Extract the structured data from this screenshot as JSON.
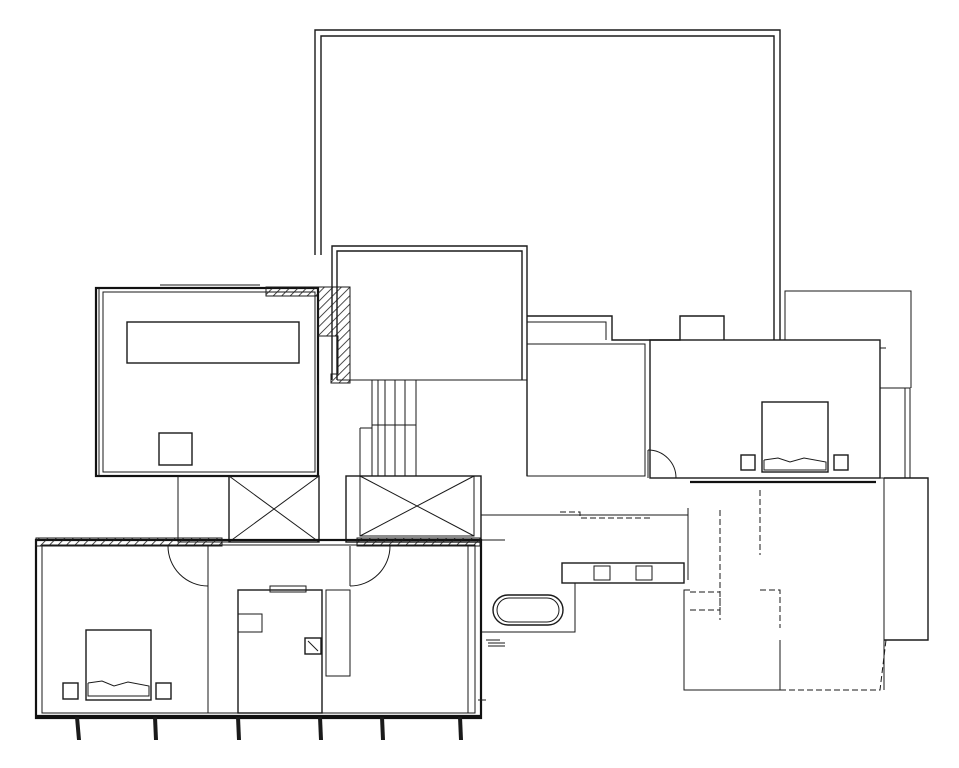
{
  "plan": {
    "rooms": [
      {
        "name": "upper-deck"
      },
      {
        "name": "upper-left-room"
      },
      {
        "name": "stair-core"
      },
      {
        "name": "right-bedroom"
      },
      {
        "name": "lower-left-bedroom"
      },
      {
        "name": "central-bathroom"
      },
      {
        "name": "kitchen-laundry"
      },
      {
        "name": "right-side-deck"
      }
    ],
    "furniture": [
      {
        "name": "bed-right",
        "type": "bed"
      },
      {
        "name": "bed-left",
        "type": "bed"
      },
      {
        "name": "bathtub",
        "type": "bathtub"
      },
      {
        "name": "toilet",
        "type": "toilet"
      },
      {
        "name": "sink-double",
        "type": "sink"
      }
    ],
    "colors": {
      "line": "#1a1a1a",
      "background": "#ffffff"
    }
  }
}
